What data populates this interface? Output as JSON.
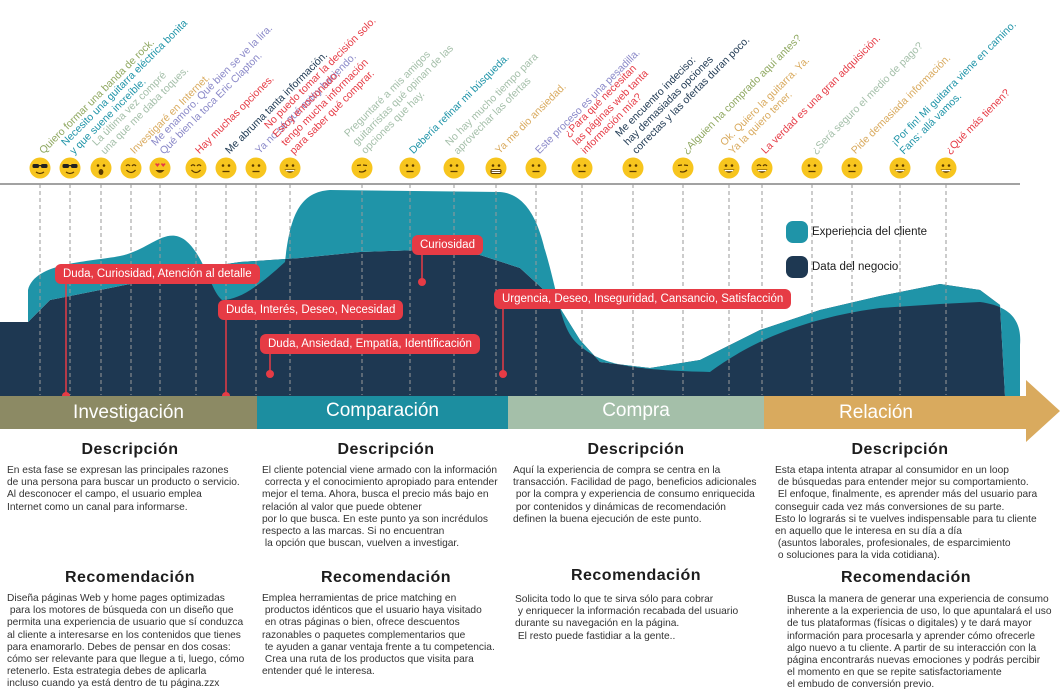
{
  "colors": {
    "customer": "#1f94a8",
    "business": "#1e3852",
    "accent": "#e63b45",
    "phase_investigacion": "#8c8a64",
    "phase_comparacion": "#1c8ea0",
    "phase_compra": "#a4bfa9",
    "phase_relacion": "#d9aa5e"
  },
  "quotes": [
    {
      "text": "Quiero formar una banda de rock.",
      "color": "#8fa860",
      "emotion": "sunglasses"
    },
    {
      "text": "Necesito una guitarra eléctrica bonita\ny que suene increíble.",
      "color": "#1f94a8",
      "emotion": "sunglasses"
    },
    {
      "text": "La última vez compré\nuna que me daba toques.",
      "color": "#a4bfa9",
      "emotion": "surprised"
    },
    {
      "text": "Investigaré en Internet.",
      "color": "#d9aa5e",
      "emotion": "smile"
    },
    {
      "text": "Me enamoro. Qué bien se ve la lira.\nQué bien la toca Eric Clapton.",
      "color": "#8a88c8",
      "emotion": "heart-eyes"
    },
    {
      "text": "Hay muchas opciones.",
      "color": "#e63b45",
      "emotion": "smile"
    },
    {
      "text": "Me abruma tanta información.",
      "color": "#1e3852",
      "emotion": "neutral"
    },
    {
      "text": "Ya no sé qué estoy haciendo.",
      "color": "#8a88c8",
      "emotion": "neutral"
    },
    {
      "text": "No puedo tomar la decisión solo.\nEstoy emocionado;\ntengo mucha información\npara saber qué comprar.",
      "color": "#e63b45",
      "emotion": "grin"
    },
    {
      "text": "Preguntaré a mis amigos\nguitarristas qué opinan de las\nopciones que hay.",
      "color": "#a4bfa9",
      "emotion": "smirk"
    },
    {
      "text": "Debería refinar mi búsqueda.",
      "color": "#1f94a8",
      "emotion": "neutral"
    },
    {
      "text": "No hay mucho tiempo para\naprovechar las ofertas",
      "color": "#a4bfa9",
      "emotion": "neutral"
    },
    {
      "text": "Ya me dio ansiedad.",
      "color": "#d9aa5e",
      "emotion": "grimace"
    },
    {
      "text": "Este proceso es una pesadilla.",
      "color": "#8a88c8",
      "emotion": "neutral"
    },
    {
      "text": "¿Para qué necesitan\nlas páginas web tanta\ninformación mía?",
      "color": "#e63b45",
      "emotion": "neutral"
    },
    {
      "text": "Me encuentro indeciso:\nhay demasiadas opciones\ncorrectas y las ofertas duran poco.",
      "color": "#1e3852",
      "emotion": "neutral"
    },
    {
      "text": "¿Alguien ha comprado aquí antes?",
      "color": "#8fa860",
      "emotion": "smirk"
    },
    {
      "text": "Ok. Quiero la guitarra. Ya.\nYa la quiero tener.",
      "color": "#d9aa5e",
      "emotion": "grin"
    },
    {
      "text": "La verdad es una gran adquisición.",
      "color": "#e63b45",
      "emotion": "laugh"
    },
    {
      "text": "¿Será seguro el medio de pago?",
      "color": "#a4bfa9",
      "emotion": "neutral"
    },
    {
      "text": "Pide demasiada información.",
      "color": "#d9aa5e",
      "emotion": "neutral"
    },
    {
      "text": "¡Por fin! Mi guitarra viene en camino.\nFans: allá vamos.",
      "color": "#1f94a8",
      "emotion": "grin"
    },
    {
      "text": "¿Qué más tienen?",
      "color": "#e63b45",
      "emotion": "grin"
    }
  ],
  "legend": {
    "customer": "Experiencia del cliente",
    "business": "Data del negocio"
  },
  "callouts": [
    {
      "label": "Duda, Curiosidad, Atención al detalle"
    },
    {
      "label": "Duda, Interés, Deseo, Necesidad"
    },
    {
      "label": "Duda, Ansiedad, Empatía, Identificación"
    },
    {
      "label": "Curiosidad"
    },
    {
      "label": "Urgencia, Deseo, Inseguridad, Cansancio, Satisfacción"
    }
  ],
  "phases": [
    {
      "label": "Investigación"
    },
    {
      "label": "Comparación"
    },
    {
      "label": "Compra"
    },
    {
      "label": "Relación"
    }
  ],
  "columns": [
    {
      "desc_title": "Descripción",
      "desc_text": "En esta fase se expresan las principales razones\nde una persona para buscar un producto o servicio.\nAl desconocer el campo, el usuario emplea\nInternet como un canal para informarse.",
      "rec_title": "Recomendación",
      "rec_text": "Diseña páginas Web y home pages optimizadas\n para los motores de búsqueda con un diseño que\npermita una experiencia de usuario que sí conduzca\nal cliente a interesarse en los contenidos que tienes\npara enamorarlo. Debes de pensar en dos cosas:\ncómo ser relevante para que llegue a ti, luego, cómo\nretenerlo. Esta estrategia debes de aplicarla\nincluso cuando ya está dentro de tu página.zzx"
    },
    {
      "desc_title": "Descripción",
      "desc_text": "El cliente potencial viene armado con la información\n correcta y el conocimiento apropiado para entender\nmejor el tema. Ahora, busca el precio más bajo en\nrelación al valor que puede obtener\npor lo que busca. En este punto ya son incrédulos\nrespecto a las marcas. Si no encuentran\n la opción que buscan, vuelven a investigar.",
      "rec_title": "Recomendación",
      "rec_text": "Emplea herramientas de price matching en\n productos idénticos que el usuario haya visitado\n en otras páginas o bien, ofrece descuentos\nrazonables o paquetes complementarios que\n te ayuden a ganar ventaja frente a tu competencia.\n Crea una ruta de los productos que visita para\nentender qué le interesa."
    },
    {
      "desc_title": "Descripción",
      "desc_text": "Aquí la experiencia de compra se centra en la\ntransacción. Facilidad de pago, beneficios adicionales\n por la compra y experiencia de consumo enriquecida\n por contenidos y dinámicas de recomendación\ndefinen la buena ejecución de este punto.",
      "rec_title": "Recomendación",
      "rec_text": "Solicita todo lo que te sirva sólo para cobrar\n y enriquecer la información recabada del usuario\ndurante su navegación en la página.\n El resto puede fastidiar a la gente.."
    },
    {
      "desc_title": "Descripción",
      "desc_text": "Esta etapa intenta atrapar al consumidor en un loop\n de búsquedas para entender mejor su comportamiento.\n El enfoque, finalmente, es aprender más del usuario para\nconseguir cada vez más conversiones de su parte.\nEsto lo lograrás si te vuelves indispensable para tu cliente\nen aquello que le interesa en su día a día\n (asuntos laborales, profesionales, de esparcimiento\n o soluciones para la vida cotidiana).",
      "rec_title": "Recomendación",
      "rec_text": "Busca la manera de generar una experiencia de consumo\ninherente a la experiencia de uso, lo que apuntalará el uso\nde tus plataformas (físicas o digitales) y te dará mayor\ninformación para procesarla y aprender cómo ofrecerle\nalgo nuevo a tu cliente. A partir de su interacción con la\npágina encontrarás nuevas emociones y podrás percibir\nel momento en que se repite satisfactoriamente\nel embudo de conversión previo."
    }
  ]
}
